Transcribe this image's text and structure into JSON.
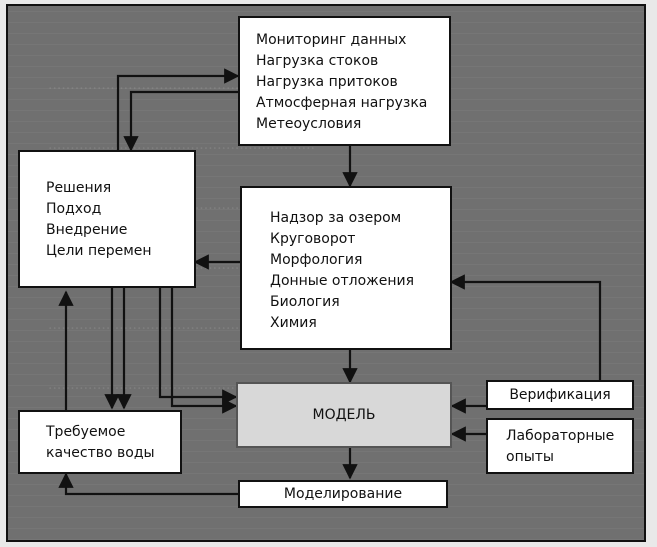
{
  "diagram": {
    "monitoring": {
      "items": [
        "Мониторинг данных",
        "Нагрузка стоков",
        "Нагрузка притоков",
        "Атмосферная нагрузка",
        "Метеоусловия"
      ]
    },
    "decisions": {
      "items": [
        "Решения",
        "Подход",
        "Внедрение",
        "Цели перемен"
      ]
    },
    "lake": {
      "items": [
        "Надзор за озером",
        "Круговорот",
        "Морфология",
        "Донные отложения",
        "Биология",
        "Химия"
      ]
    },
    "model": {
      "label": "МОДЕЛЬ"
    },
    "verification": {
      "label": "Верификация"
    },
    "lab": {
      "items": [
        "Лабораторные",
        "опыты"
      ]
    },
    "quality": {
      "items": [
        "Требуемое",
        "качество воды"
      ]
    },
    "modeling": {
      "label": "Моделирование"
    }
  },
  "colors": {
    "background": "#707070",
    "box_fill": "#ffffff",
    "model_fill": "#d8d8d8",
    "line": "#111111"
  }
}
